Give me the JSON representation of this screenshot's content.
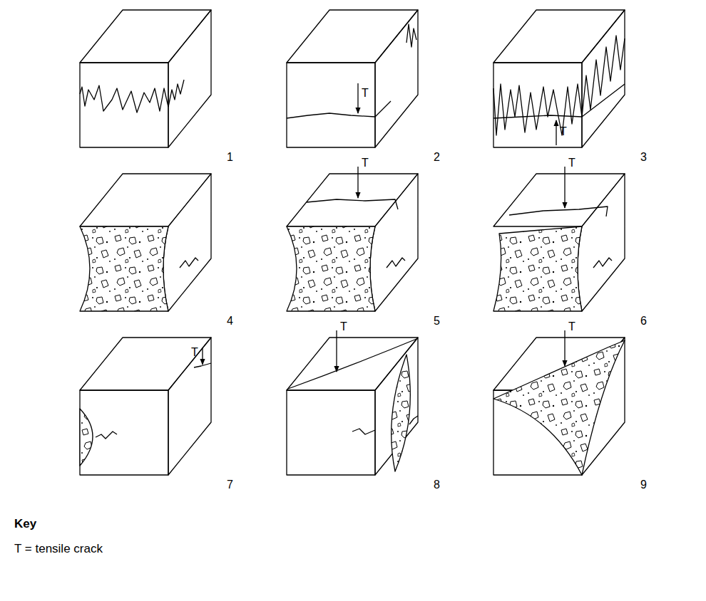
{
  "diagram": {
    "labels": [
      "1",
      "T",
      "2",
      "T",
      "3",
      "4",
      "T",
      "5",
      "T",
      "6",
      "T",
      "7",
      "T",
      "8",
      "T",
      "9",
      "Key",
      "T = tensile crack"
    ]
  }
}
